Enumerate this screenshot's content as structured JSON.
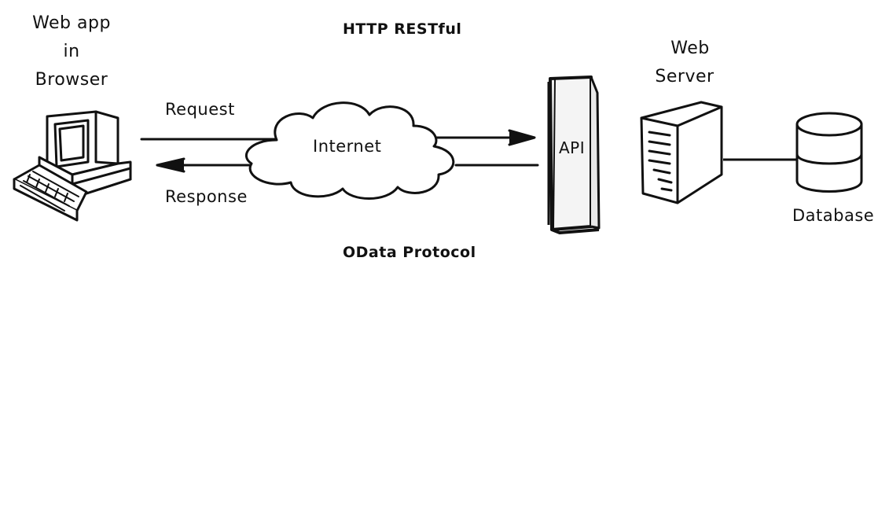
{
  "labels": {
    "browser_line1": "Web app",
    "browser_line2": "in",
    "browser_line3": "Browser",
    "protocol_top": "HTTP RESTful",
    "protocol_bottom": "OData Protocol",
    "request": "Request",
    "response": "Response",
    "internet": "Internet",
    "api": "API",
    "server_line1": "Web",
    "server_line2": "Server",
    "database": "Database"
  }
}
